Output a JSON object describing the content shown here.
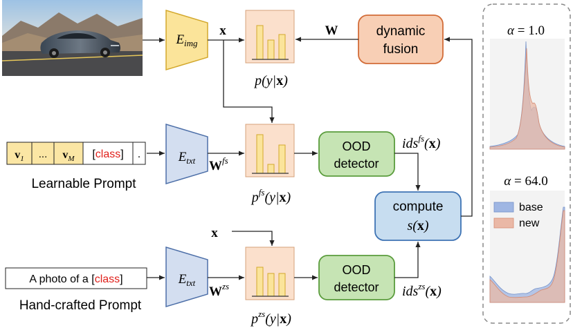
{
  "labels": {
    "x_top": "x",
    "w_top": "W",
    "w_fs": "W",
    "w_fs_sup": "fs",
    "w_zs": "W",
    "w_zs_sup": "zs",
    "x_mid": "x",
    "p_top_pre": "p(y|",
    "p_top_x": "x",
    "p_top_post": ")",
    "p_fs_pre": "p",
    "p_fs_sup": "fs",
    "p_fs_mid": "(y|",
    "p_fs_x": "x",
    "p_fs_post": ")",
    "p_zs_pre": "p",
    "p_zs_sup": "zs",
    "p_zs_mid": "(y|",
    "p_zs_x": "x",
    "p_zs_post": ")",
    "ids_fs_pre": "ids",
    "ids_fs_sup": "fs",
    "ids_fs_mid": "(",
    "ids_fs_x": "x",
    "ids_fs_post": ")",
    "ids_zs_pre": "ids",
    "ids_zs_sup": "zs",
    "ids_zs_mid": "(",
    "ids_zs_x": "x",
    "ids_zs_post": ")"
  },
  "encoders": {
    "img": {
      "main": "E",
      "sub": "img"
    },
    "txt_fs": {
      "main": "E",
      "sub": "txt"
    },
    "txt_zs": {
      "main": "E",
      "sub": "txt"
    }
  },
  "boxes": {
    "dynamic_fusion": [
      "dynamic",
      "fusion"
    ],
    "ood_fs": [
      "OOD",
      "detector"
    ],
    "ood_zs": [
      "OOD",
      "detector"
    ],
    "compute_line1": "compute",
    "compute_pre": "s(",
    "compute_x": "x",
    "compute_post": ")"
  },
  "prompts": {
    "learnable": {
      "v1": "v",
      "v1_sub": "1",
      "dots": "...",
      "vm": "v",
      "vm_sub": "M",
      "class_open": "[",
      "class_word": "class",
      "class_close": "]",
      "period": ".",
      "caption": "Learnable Prompt"
    },
    "handcrafted": {
      "text_pre": "A photo of a ",
      "class_open": "[",
      "class_word": "class",
      "class_close": "]",
      "caption": "Hand-crafted Prompt"
    }
  },
  "panels": {
    "alpha1": {
      "label_pre": "α",
      "label_post": " = 1.0"
    },
    "alpha64": {
      "label_pre": "α",
      "label_post": " = 64.0"
    },
    "legend": {
      "base": "base",
      "new": "new"
    }
  },
  "colors": {
    "yellow_fill": "#fbe49a",
    "yellow_stroke": "#d3a82c",
    "blue_fill": "#d3def0",
    "blue_stroke": "#4d6fa8",
    "orange_fill": "#f8cfb5",
    "orange_stroke": "#d26c38",
    "green_fill": "#c6e4b4",
    "green_stroke": "#5a9c3c",
    "light_blue_fill": "#c7ddf0",
    "light_blue_stroke": "#3e73b4",
    "class_red": "#e0201b",
    "base_blue": "#9fb6e3",
    "new_orange": "#eab8a6"
  }
}
